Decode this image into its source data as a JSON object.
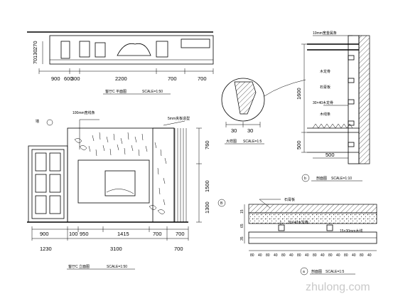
{
  "plan": {
    "dims_top": [
      "900",
      "300",
      "2200",
      "700",
      "700"
    ],
    "dims_top_b": "600",
    "dims_side": [
      "270",
      "130",
      "70"
    ],
    "caption": "客厅C 平面图",
    "scale": "SCALE=1:50"
  },
  "elevation": {
    "dims_bottom_row1": [
      "900",
      "100",
      "950",
      "1415",
      "700",
      "700"
    ],
    "dims_bottom_row2": [
      "1230",
      "3100",
      "700"
    ],
    "dims_right": [
      "760",
      "1500",
      "1300"
    ],
    "note_top": "100mm宽线条",
    "note_right": "5mm夹板造型",
    "caption": "客厅C 立面图",
    "scale": "SCALE=1:50",
    "marker": "B"
  },
  "detail_circle": {
    "dims": [
      "30",
      "30"
    ],
    "caption": "大样图",
    "scale": "SCALE=1:5"
  },
  "section_b": {
    "note_top": "10mm宽金属条",
    "note_mid": "30×40木龙骨",
    "dims_left": [
      "1600",
      "500"
    ],
    "dim_bottom": "500",
    "marker": "b",
    "caption": "剖面图",
    "scale": "SCALE=1:10"
  },
  "section_a": {
    "note_top": "石膏板",
    "note_mid": "30×40木龙骨",
    "note_right": "15×30mm木线",
    "dims_bottom": [
      "80",
      "40",
      "80",
      "40",
      "80",
      "40",
      "80",
      "40",
      "80",
      "40",
      "80",
      "40",
      "80",
      "40",
      "80",
      "40"
    ],
    "dims_left": [
      "15",
      "65",
      "35"
    ],
    "marker": "a",
    "caption": "剖面图",
    "scale": "SCALE=1:5"
  },
  "watermark": "zhulong.com"
}
